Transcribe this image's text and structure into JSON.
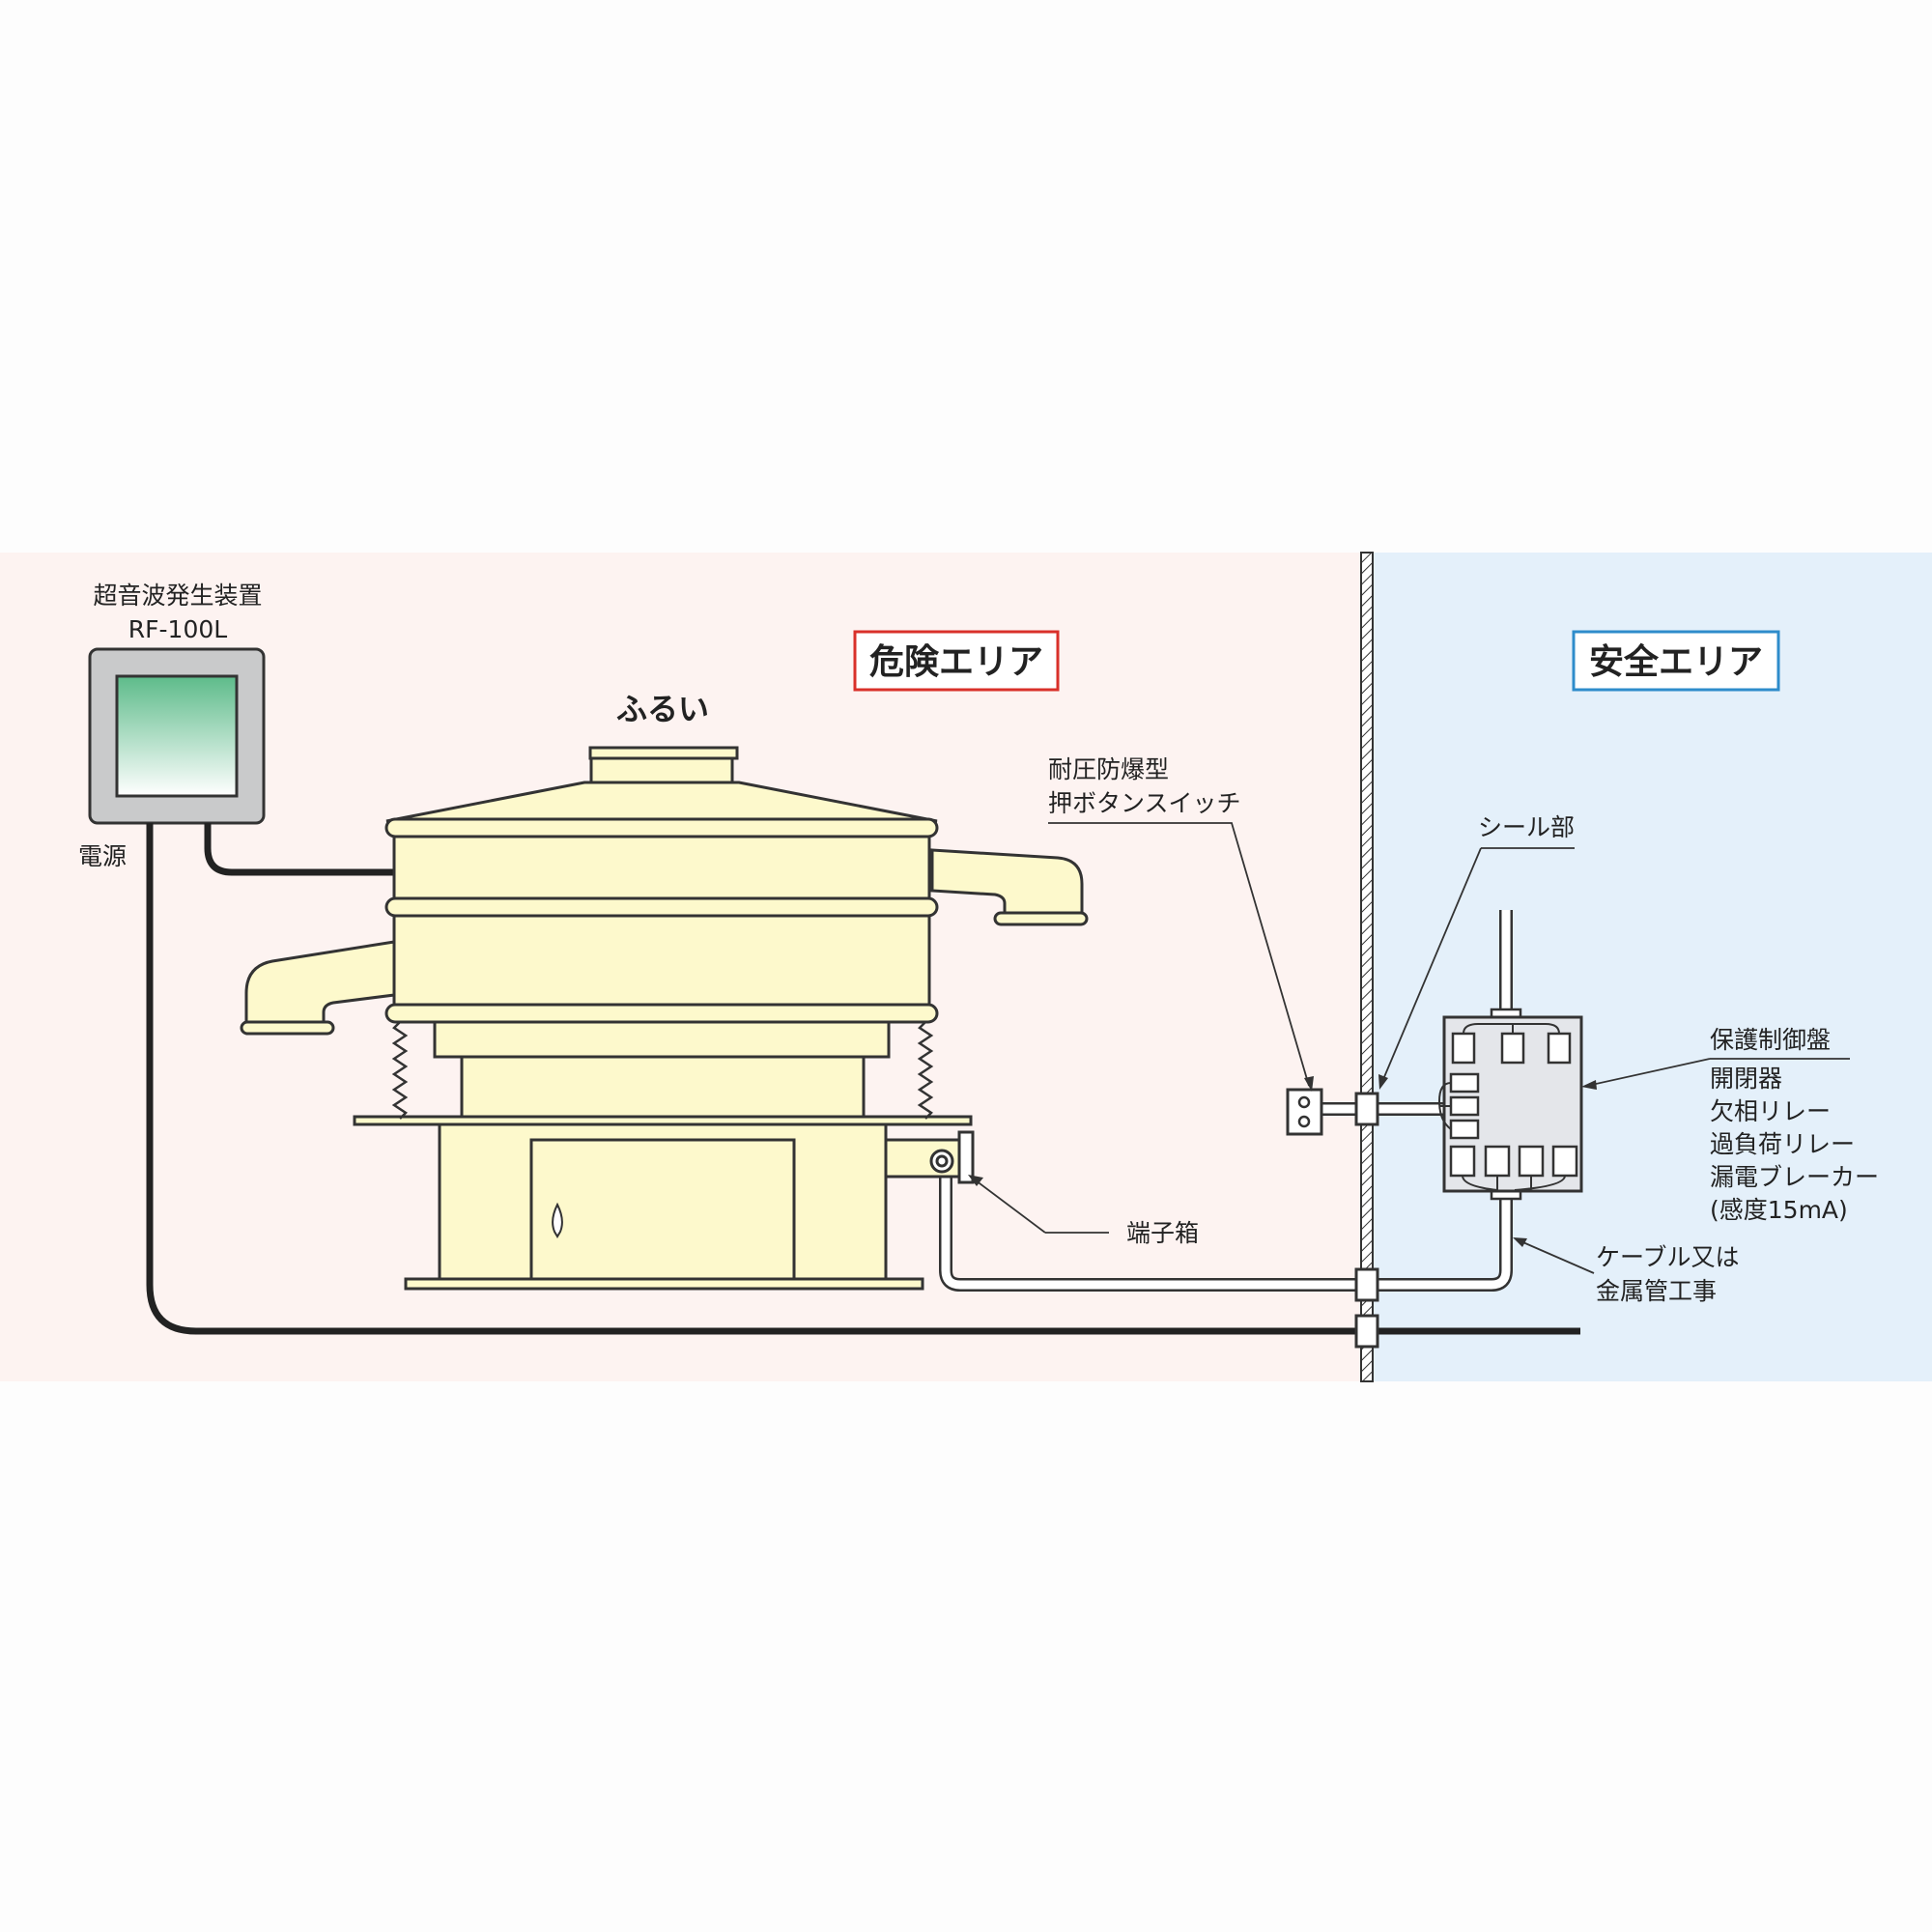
{
  "zones": {
    "danger": {
      "label": "危険エリア",
      "color": "#d9302a",
      "bg": "#fdf3f1"
    },
    "safe": {
      "label": "安全エリア",
      "color": "#2e8ccb",
      "bg": "#e4f0fa"
    }
  },
  "generator": {
    "title": "超音波発生装置",
    "model": "RF-100L",
    "power": "電源"
  },
  "sieve": {
    "label": "ふるい",
    "body_color": "#fdf9cc"
  },
  "terminal_box": {
    "label": "端子箱"
  },
  "switch": {
    "line1": "耐圧防爆型",
    "line2": "押ボタンスイッチ"
  },
  "seal": {
    "label": "シール部"
  },
  "control_panel": {
    "title": "保護制御盤",
    "items": [
      "開閉器",
      "欠相リレー",
      "過負荷リレー",
      "漏電ブレーカー",
      "(感度15mA)"
    ]
  },
  "cable": {
    "line1": "ケーブル又は",
    "line2": "金属管工事"
  }
}
